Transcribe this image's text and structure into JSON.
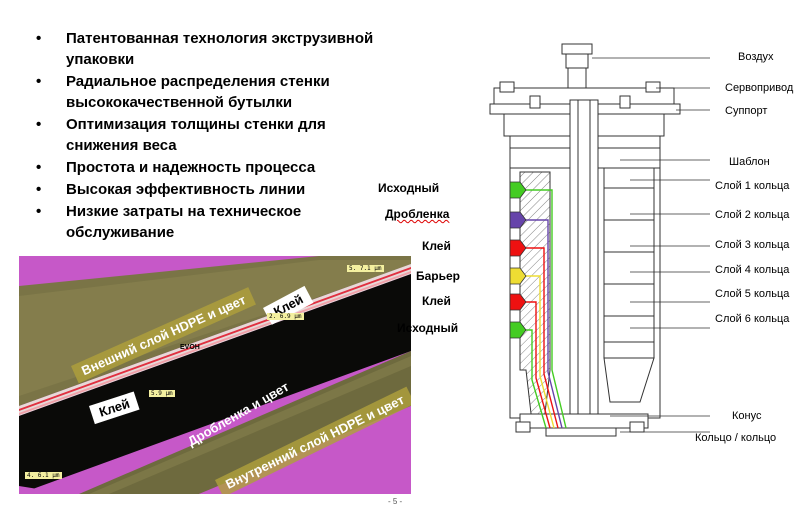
{
  "bullets": [
    "Патентованная технология экструзивной упаковки",
    "Радиальное распределения стенки высококачественной бутылки",
    "Оптимизация толщины стенки для снижения веса",
    "Простота и надежность процесса",
    "Высокая эффективность линии",
    "Низкие затраты на техническое обслуживание"
  ],
  "bullet_glyph": "•",
  "micrograph": {
    "outer_layer": "Внешний слой HDPE и цвет",
    "glue_top": "Клей",
    "evoh": "EVOH",
    "glue_bottom": "Клей",
    "regrind": "Дробленка и цвет",
    "inner_layer": "Внутренний слой HDPE и цвет",
    "scale_1": "5. 7.1 μm",
    "scale_2": "2. 6.9 μm",
    "scale_3": "5.9 μm",
    "scale_4": "4. 6.1 μm"
  },
  "diagram": {
    "right_labels": {
      "air": "Воздух",
      "servo": "Сервопривод",
      "support": "Суппорт",
      "template": "Шаблон",
      "ring1": "Слой 1 кольца",
      "ring2": "Слой 2 кольца",
      "ring3": "Слой 3 кольца",
      "ring4": "Слой 4 кольца",
      "ring5": "Слой 5 кольца",
      "ring6": "Слой 6 кольца",
      "cone": "Конус",
      "ring_ring": "Кольцо / кольцо"
    },
    "left_labels": {
      "source_top": "Исходный",
      "regrind": "Дробленка",
      "glue_top": "Клей",
      "barrier": "Барьер",
      "glue_bottom": "Клей",
      "source_bottom": "Исходный"
    },
    "colors": {
      "source": "#44cc22",
      "regrind": "#6644aa",
      "glue": "#ee1111",
      "barrier": "#eedd33"
    }
  },
  "footer": "- 5 -"
}
